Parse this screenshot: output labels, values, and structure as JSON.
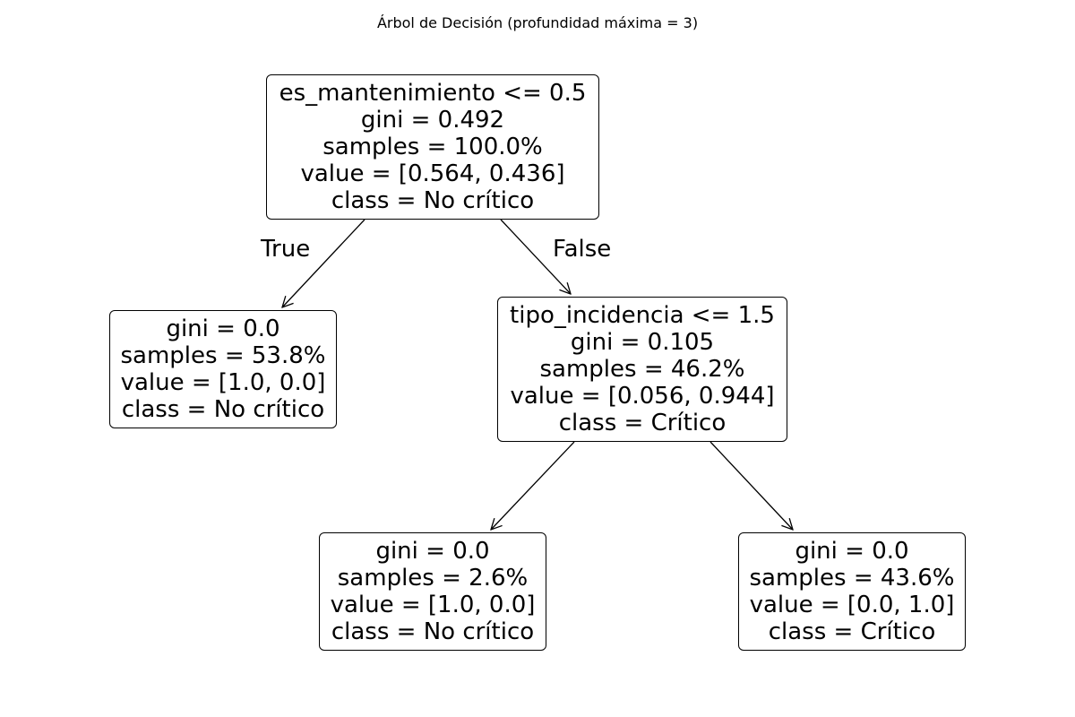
{
  "title": "Árbol de Decisión (profundidad máxima = 3)",
  "nodes": {
    "root": {
      "split": "es_mantenimiento <= 0.5",
      "gini": "gini = 0.492",
      "samples": "samples = 100.0%",
      "value": "value = [0.564, 0.436]",
      "class": "class = No crítico"
    },
    "left": {
      "gini": "gini = 0.0",
      "samples": "samples = 53.8%",
      "value": "value = [1.0, 0.0]",
      "class": "class = No crítico"
    },
    "right": {
      "split": "tipo_incidencia <= 1.5",
      "gini": "gini = 0.105",
      "samples": "samples = 46.2%",
      "value": "value = [0.056, 0.944]",
      "class": "class = Crítico"
    },
    "right_left": {
      "gini": "gini = 0.0",
      "samples": "samples = 2.6%",
      "value": "value = [1.0, 0.0]",
      "class": "class = No crítico"
    },
    "right_right": {
      "gini": "gini = 0.0",
      "samples": "samples = 43.6%",
      "value": "value = [0.0, 1.0]",
      "class": "class = Crítico"
    }
  },
  "edge_labels": {
    "true_label": "True",
    "false_label": "False"
  }
}
